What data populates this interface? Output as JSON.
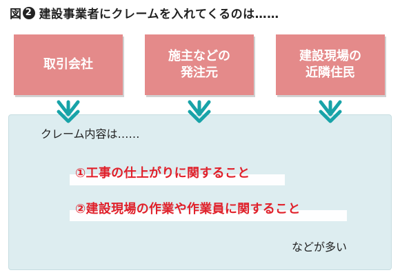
{
  "title": {
    "figure_label": "図",
    "figure_number": "2",
    "text": "建設事業者にクレームを入れてくるのは……"
  },
  "sources": [
    {
      "line1": "取引会社",
      "line2": ""
    },
    {
      "line1": "施主などの",
      "line2": "発注元"
    },
    {
      "line1": "建設現場の",
      "line2": "近隣住民"
    }
  ],
  "panel": {
    "lead": "クレーム内容は……",
    "items": [
      "①工事の仕上がりに関すること",
      "②建設現場の作業や作業員に関すること"
    ],
    "footer": "などが多い"
  },
  "colors": {
    "box": "#e48a8a",
    "arrow": "#18a3a8",
    "panel": "#ddedf0",
    "highlight_text": "#e0202a"
  }
}
